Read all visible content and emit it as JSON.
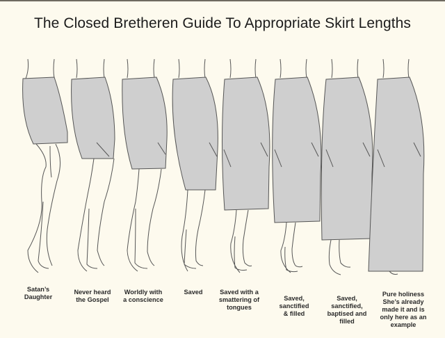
{
  "title": "The Closed Bretheren Guide To Appropriate Skirt Lengths",
  "colors": {
    "background": "#fdfaee",
    "skirt_fill": "#cfcfcf",
    "outline": "#555555",
    "text": "#1c1c1c"
  },
  "figures": [
    {
      "label_lines": [
        "Satan’s",
        "Daughter"
      ]
    },
    {
      "label_lines": [
        "Never heard",
        "the Gospel"
      ]
    },
    {
      "label_lines": [
        "Worldly with",
        "a conscience"
      ]
    },
    {
      "label_lines": [
        "Saved"
      ]
    },
    {
      "label_lines": [
        "Saved with a",
        "smattering of",
        "tongues"
      ]
    },
    {
      "label_lines": [
        "Saved,",
        "sanctified",
        "& filled"
      ]
    },
    {
      "label_lines": [
        "Saved,",
        "sanctified,",
        "baptised and",
        "filled"
      ]
    },
    {
      "label_lines": [
        "Pure holiness",
        "She’s already",
        "made it and is",
        "only here as an",
        "example"
      ]
    }
  ],
  "labels": {
    "l0": "Satan’s\nDaughter",
    "l1": "Never heard\nthe Gospel",
    "l2": "Worldly with\na conscience",
    "l3": "Saved",
    "l4": "Saved with a\nsmattering of\ntongues",
    "l5": "Saved,\nsanctified\n& filled",
    "l6": "Saved,\nsanctified,\nbaptised and\nfilled",
    "l7": "Pure holiness\nShe’s already\nmade it and is\nonly here as an\nexample"
  }
}
